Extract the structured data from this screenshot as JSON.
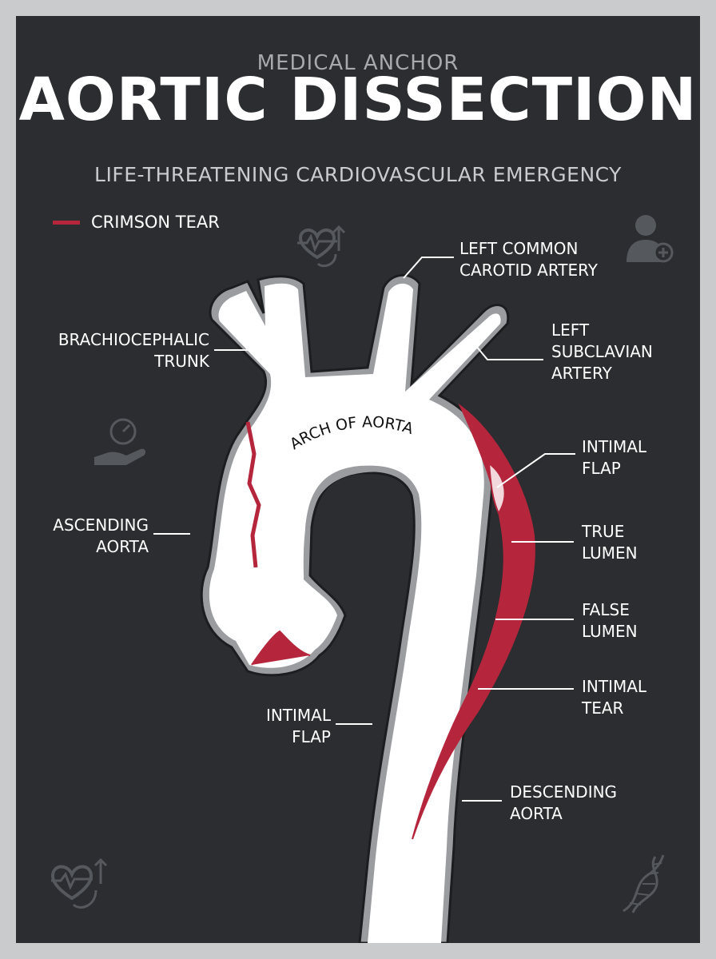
{
  "header": {
    "kicker": "MEDICAL ANCHOR",
    "title": "AORTIC DISSECTION",
    "subtitle": "LIFE-THREATENING CARDIOVASCULAR EMERGENCY"
  },
  "legend": {
    "label": "CRIMSON TEAR",
    "color": "#b5263c"
  },
  "labels": {
    "left_common_carotid": [
      "LEFT COMMON",
      "CAROTID ARTERY"
    ],
    "brachiocephalic": [
      "BRACHIOCEPHALIC",
      "TRUNK"
    ],
    "left_subclavian": [
      "LEFT",
      "SUBCLAVIAN",
      "ARTERY"
    ],
    "arch": "ARCH OF AORTA",
    "intimal_flap_right": [
      "INTIMAL",
      "FLAP"
    ],
    "ascending": [
      "ASCENDING",
      "AORTA"
    ],
    "true_lumen": [
      "TRUE",
      "LUMEN"
    ],
    "false_lumen": [
      "FALSE",
      "LUMEN"
    ],
    "intimal_tear": [
      "INTIMAL",
      "TEAR"
    ],
    "intimal_flap_left": [
      "INTIMAL",
      "FLAP"
    ],
    "descending": [
      "DESCENDING",
      "AORTA"
    ]
  },
  "icons": [
    "heart-monitor-icon",
    "doctor-icon",
    "gauge-hand-icon",
    "heart-stethoscope-icon",
    "dna-icon"
  ],
  "colors": {
    "background": "#2b2d30",
    "vessel": "#ffffff",
    "vessel_outline": "#9a9ca0",
    "tear": "#b5263c",
    "icon": "#55585c"
  }
}
